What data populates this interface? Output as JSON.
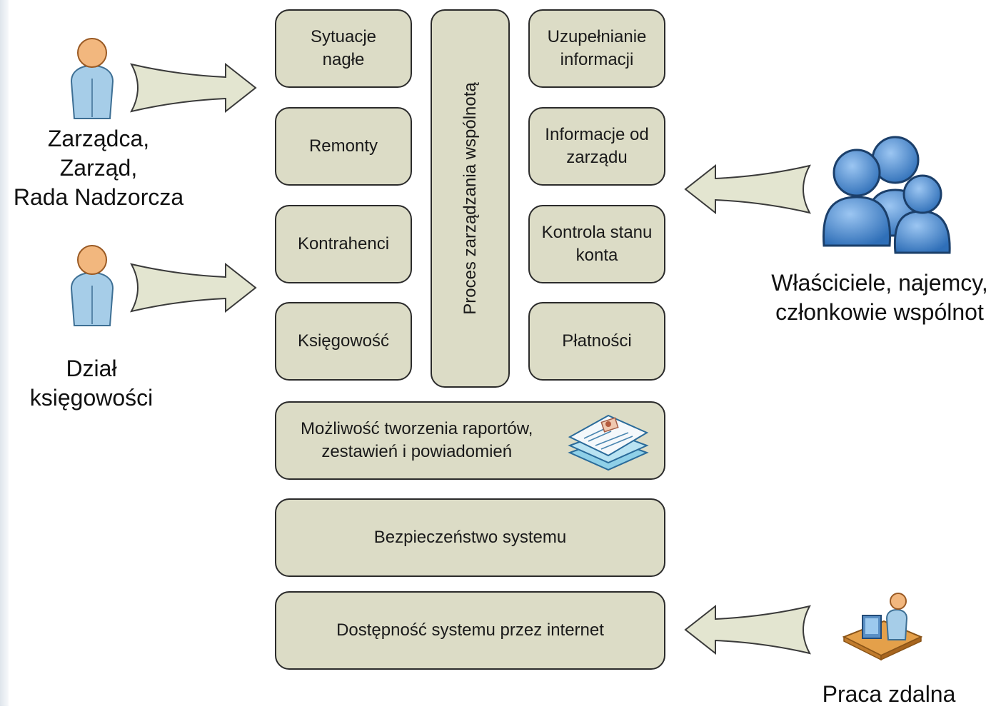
{
  "actors": {
    "manager": {
      "label": "Zarządca,\nZarząd,\nRada Nadzorcza",
      "icon": "person-icon"
    },
    "accounting": {
      "label": "Dział\nksięgowości",
      "icon": "person-icon"
    },
    "owners": {
      "label": "Właściciele, najemcy,\nczłonkowie wspólnot",
      "icon": "group-icon"
    },
    "remote": {
      "label": "Praca zdalna",
      "icon": "computer-worker-icon"
    }
  },
  "modules": {
    "left": [
      "Sytuacje\nnagłe",
      "Remonty",
      "Kontrahenci",
      "Księgowość"
    ],
    "center": "Proces zarządzania wspólnotą",
    "right": [
      "Uzupełnianie\ninformacji",
      "Informacje od\nzarządu",
      "Kontrola stanu\nkonta",
      "Płatności"
    ]
  },
  "bottom": {
    "reports": "Możliwość tworzenia raportów,\nzestawień i powiadomień",
    "security": "Bezpieczeństwo systemu",
    "internet": "Dostępność systemu przez internet"
  },
  "colors": {
    "box_fill": "#dcdcc6",
    "arrow_fill": "#e3e5d0",
    "person_body": "#a6cde8",
    "person_head": "#f2b77e",
    "group_blue": "#4f8fd6"
  }
}
